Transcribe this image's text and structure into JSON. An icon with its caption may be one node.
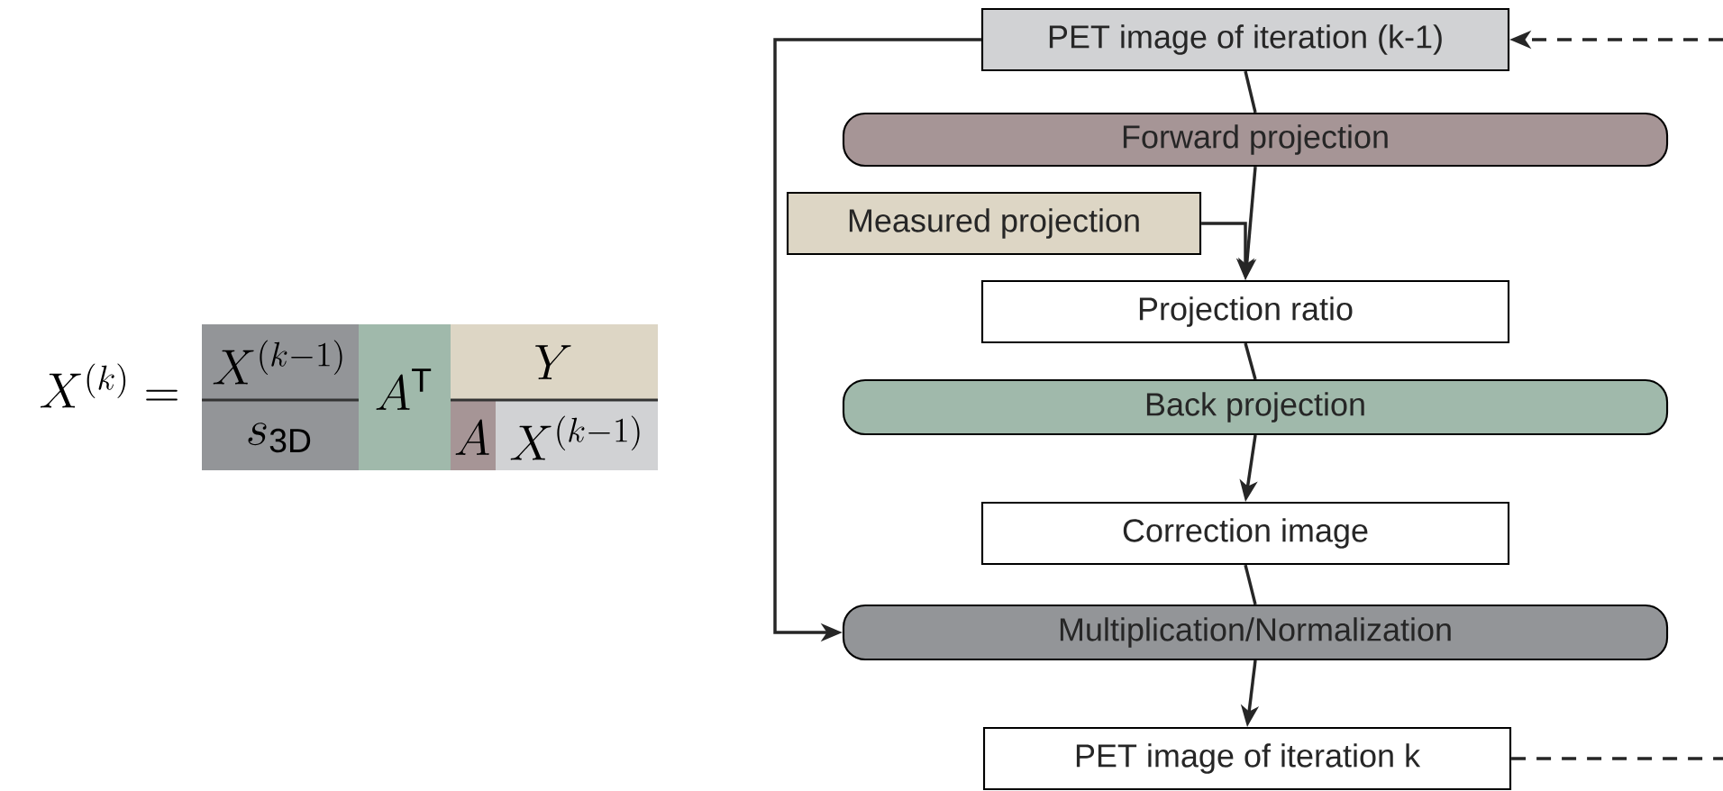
{
  "diagram": {
    "nodes": [
      {
        "text": [
          "PET image of iteration (k-1)"
        ]
      },
      {
        "text": [
          "Forward projection"
        ]
      },
      {
        "text": [
          "Measured projection"
        ]
      },
      {
        "text": [
          "Projection ratio"
        ]
      },
      {
        "text": [
          "Back projection"
        ]
      },
      {
        "text": [
          "Correction image"
        ]
      },
      {
        "text": [
          "Multiplication/Normalization"
        ]
      },
      {
        "text": [
          "PET image of iteration k"
        ]
      }
    ],
    "edges": [
      {
        "from": 0,
        "to": 1,
        "arrow": "none"
      },
      {
        "from": 1,
        "to": 3,
        "arrow": "to"
      },
      {
        "from": 2,
        "to": 3,
        "arrow": "to"
      },
      {
        "from": 3,
        "to": 4,
        "arrow": "none"
      },
      {
        "from": 4,
        "to": 5,
        "arrow": "to"
      },
      {
        "from": 5,
        "to": 6,
        "arrow": "none"
      },
      {
        "from": 6,
        "to": 7,
        "arrow": "to"
      },
      {
        "from": 0,
        "to": 6,
        "arrow": "to"
      },
      {
        "from": null,
        "to": 0,
        "arrow": "to",
        "style": "dashed"
      },
      {
        "from": 7,
        "to": null,
        "arrow": "none",
        "style": "dashed"
      }
    ],
    "labels": [
      "X^{(k)} =",
      "X^{(k-1)}",
      "s_{\\mathrm{3D}}",
      "A^{\\mathrm{T}}",
      "Y",
      "A",
      "X^{(k-1)}"
    ]
  }
}
